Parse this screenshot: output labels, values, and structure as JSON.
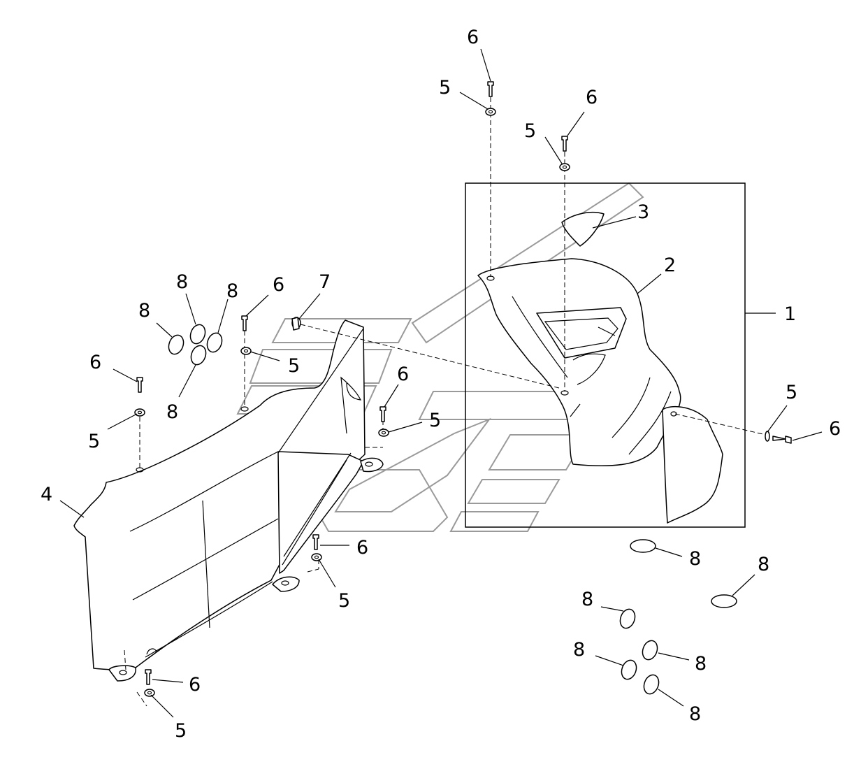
{
  "callouts": {
    "c1": "1",
    "c2": "2",
    "c3": "3",
    "c4": "4",
    "c5": "5",
    "c6": "6",
    "c7": "7",
    "c8": "8"
  },
  "colors": {
    "line": "#000000",
    "watermark": "#9a9a9a",
    "background": "#ffffff"
  }
}
